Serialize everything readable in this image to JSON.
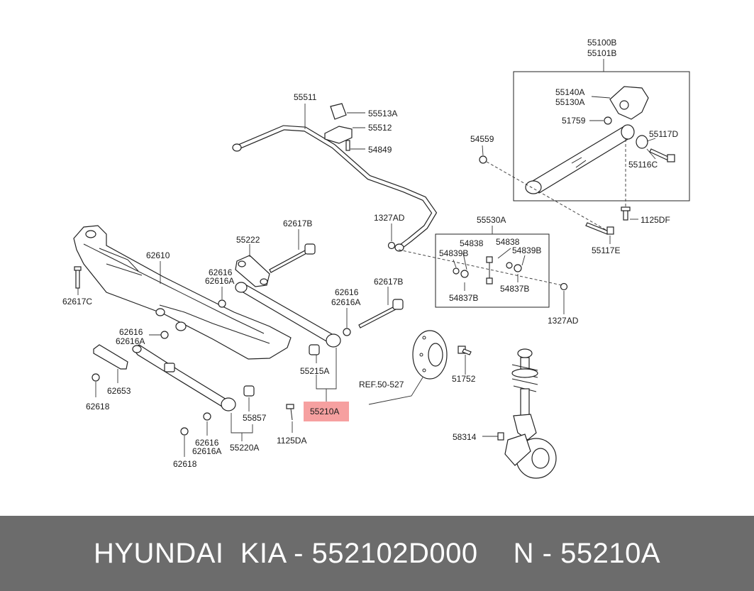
{
  "labels": {
    "l55100B": "55100B",
    "l55101B": "55101B",
    "l55140A": "55140A",
    "l55130A": "55130A",
    "l51759": "51759",
    "l55117D": "55117D",
    "l55116C": "55116C",
    "l54559": "54559",
    "l1125DF": "1125DF",
    "l55117E": "55117E",
    "l55511": "55511",
    "l55513A": "55513A",
    "l55512": "55512",
    "l54849": "54849",
    "l1327AD_top": "1327AD",
    "l55530A": "55530A",
    "l54838_a": "54838",
    "l54838_b": "54838",
    "l54839B_a": "54839B",
    "l54839B_b": "54839B",
    "l54837B_a": "54837B",
    "l54837B_b": "54837B",
    "l1327AD_right": "1327AD",
    "l55222": "55222",
    "l62617B_a": "62617B",
    "l62610": "62610",
    "l62616_a": "62616",
    "l62616A_a": "62616A",
    "l62616_b": "62616",
    "l62616A_b": "62616A",
    "l62617B_b": "62617B",
    "l62617C": "62617C",
    "l62616_c": "62616",
    "l62616A_c": "62616A",
    "l55215A": "55215A",
    "l55210A": "55210A",
    "lREF": "REF.50-527",
    "l51752": "51752",
    "l62653": "62653",
    "l62618_a": "62618",
    "l55857": "55857",
    "l1125DA": "1125DA",
    "l62616_d": "62616",
    "l62616A_d": "62616A",
    "l55220A": "55220A",
    "l62618_b": "62618",
    "l58314": "58314"
  },
  "colors": {
    "highlight": "#f6a0a0",
    "footer_bg": "#6c6c6c",
    "footer_text": "#ffffff"
  },
  "footer": {
    "brand": "HYUNDAI  KIA - 552102D000",
    "part_number": "N - 55210A"
  }
}
